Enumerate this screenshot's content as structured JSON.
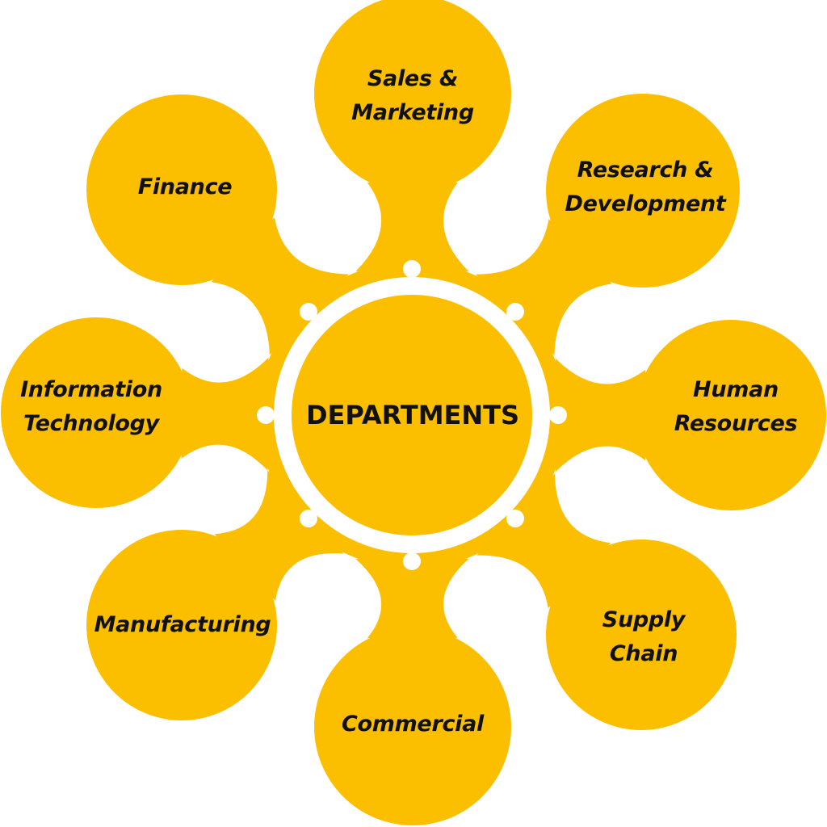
{
  "colors": {
    "fill": "#FBBF00",
    "background": "#FFFFFF",
    "text": "#111111"
  },
  "center": {
    "label": "DEPARTMENTS"
  },
  "departments": [
    {
      "id": "sales-marketing",
      "lines": [
        "Sales &",
        "Marketing"
      ]
    },
    {
      "id": "research-development",
      "lines": [
        "Research &",
        "Development"
      ]
    },
    {
      "id": "human-resources",
      "lines": [
        "Human",
        "Resources"
      ]
    },
    {
      "id": "supply-chain",
      "lines": [
        "Supply",
        "Chain"
      ]
    },
    {
      "id": "commercial",
      "lines": [
        "Commercial"
      ]
    },
    {
      "id": "manufacturing",
      "lines": [
        "Manufacturing"
      ]
    },
    {
      "id": "information-technology",
      "lines": [
        "Information",
        "Technology"
      ]
    },
    {
      "id": "finance",
      "lines": [
        "Finance"
      ]
    }
  ]
}
